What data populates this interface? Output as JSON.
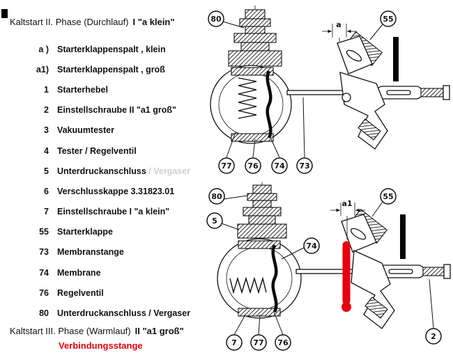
{
  "colors": {
    "accent_red": "#e8000d",
    "ink": "#111111",
    "faded_print": "#cfcfcf"
  },
  "header": {
    "title": "Kaltstart II. Phase (Durchlauf)",
    "title_bold": "I  \"a  klein\""
  },
  "legend": {
    "items": [
      {
        "key": "a )",
        "label": "Starterklappenspalt , klein"
      },
      {
        "key": "a1)",
        "label": "Starterklappenspalt , groß"
      },
      {
        "key": "1",
        "label": "Starterhebel"
      },
      {
        "key": "2",
        "label": "Einstellschraube II \"a1 groß\""
      },
      {
        "key": "3",
        "label": "Vakuumtester"
      },
      {
        "key": "4",
        "label": "Tester / Regelventil"
      },
      {
        "key": "5",
        "label": "Unterdruckanschluss",
        "faded": " / Vergaser"
      },
      {
        "key": "6",
        "label": "Verschlusskappe 3.31823.01"
      },
      {
        "key": "7",
        "label": "Einstellschraube I \"a klein\""
      },
      {
        "key": "55",
        "label": "Starterklappe"
      },
      {
        "key": "73",
        "label": "Membranstange"
      },
      {
        "key": "74",
        "label": "Membrane"
      },
      {
        "key": "76",
        "label": "Regelventil"
      },
      {
        "key": "80",
        "label": "Unterdruckanschluss / Vergaser"
      }
    ]
  },
  "footer": {
    "title": "Kaltstart III. Phase (Warmlauf)",
    "title_bold": "II  \"a1 groß\"",
    "red_label": "Verbindungsstange"
  },
  "diagram_top": {
    "dim_label": "a",
    "callouts": {
      "c80": "80",
      "c55": "55",
      "c77": "77",
      "c76": "76",
      "c74": "74",
      "c73": "73"
    }
  },
  "diagram_bottom": {
    "dim_label": "a1",
    "callouts": {
      "c80": "80",
      "c5": "5",
      "c55": "55",
      "c74": "74",
      "c7": "7",
      "c77": "77",
      "c76": "76",
      "c2": "2"
    }
  }
}
